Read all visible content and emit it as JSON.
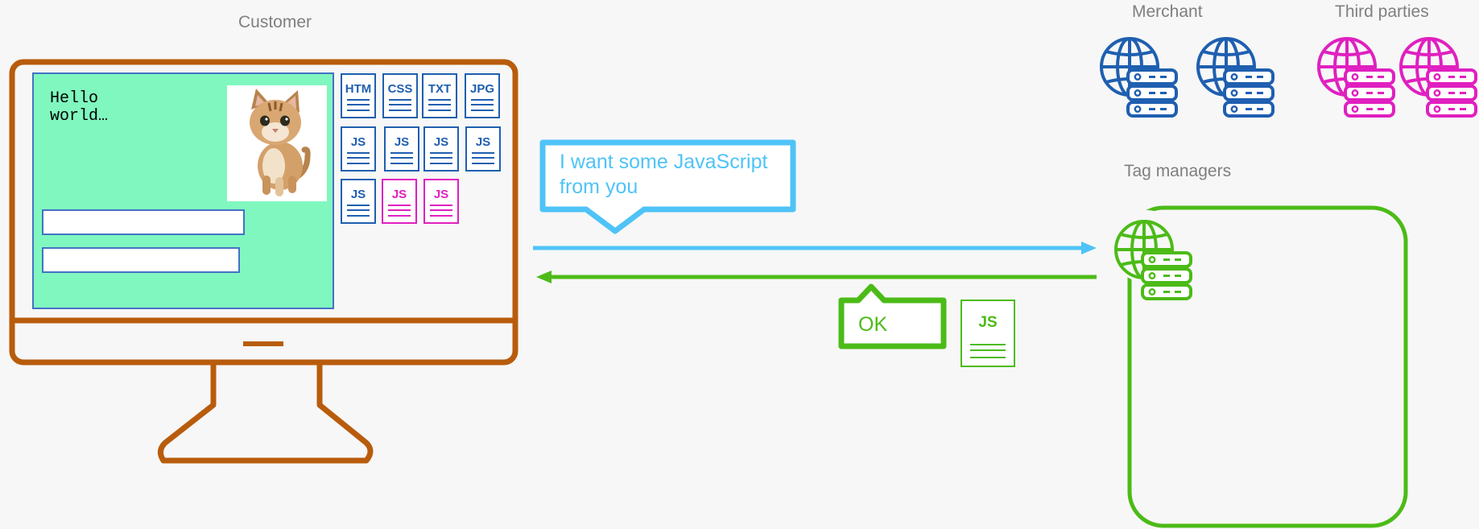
{
  "labels": {
    "customer": "Customer",
    "merchant": "Merchant",
    "third_parties": "Third parties",
    "tag_managers": "Tag managers"
  },
  "screen": {
    "hello": "Hello world…"
  },
  "files": {
    "row1": [
      "HTM",
      "CSS",
      "TXT",
      "JPG"
    ],
    "row2": [
      "JS",
      "JS",
      "JS",
      "JS"
    ],
    "row3": [
      "JS",
      "JS",
      "JS"
    ],
    "sent_file": "JS"
  },
  "messages": {
    "request": "I want some JavaScript from you",
    "response": "OK"
  },
  "colors": {
    "monitor": "#b85c0c",
    "screen": "#80f7bf",
    "merchant_blue": "#1f5fb0",
    "third_party_pink": "#e020c0",
    "tag_manager_green": "#4cbb17",
    "request_blue": "#4fc3f7"
  },
  "icons": {
    "merchant": [
      "globe-server-icon",
      "globe-server-icon"
    ],
    "third_parties": [
      "globe-server-icon",
      "globe-server-icon"
    ],
    "tag_manager": "globe-server-icon"
  }
}
